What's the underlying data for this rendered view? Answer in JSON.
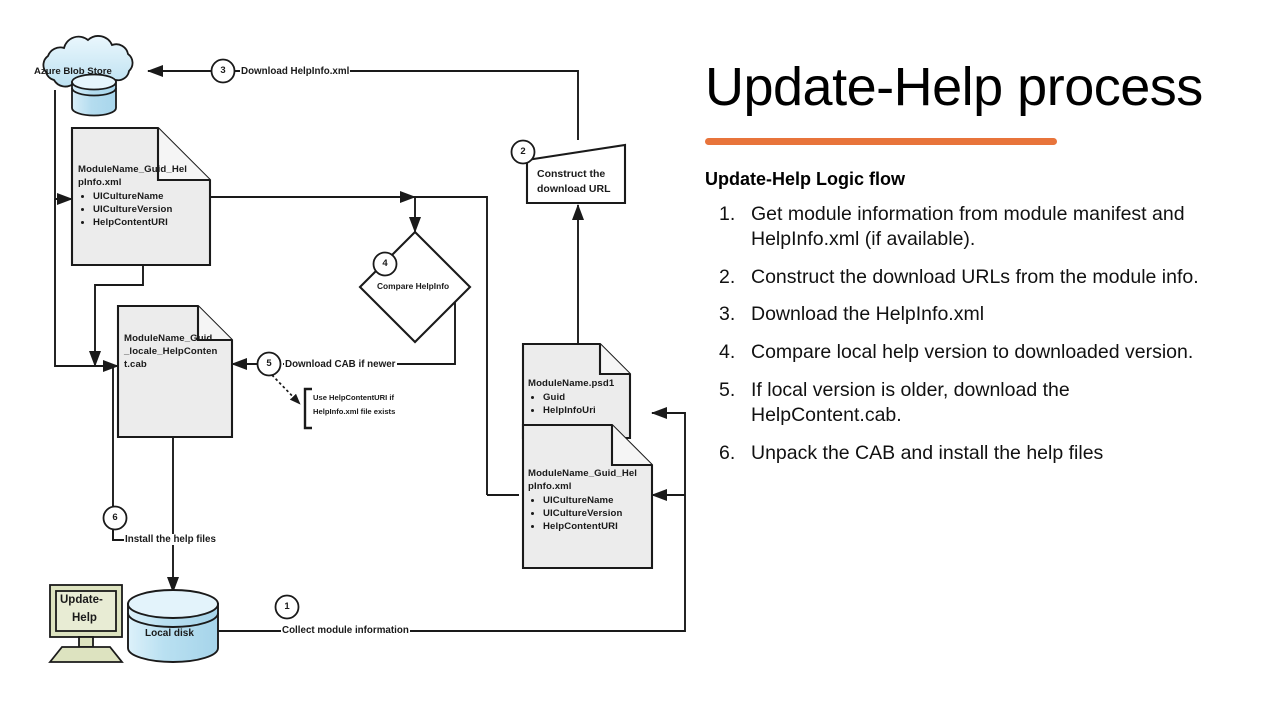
{
  "panel": {
    "title": "Update-Help process",
    "rule_color": "#e8743b",
    "subtitle": "Update-Help Logic flow",
    "steps": [
      {
        "num": "1.",
        "text": "Get module information from module manifest and HelpInfo.xml (if available)."
      },
      {
        "num": "2.",
        "text": "Construct the download URLs from the module info."
      },
      {
        "num": "3.",
        "text": "Download the HelpInfo.xml"
      },
      {
        "num": "4.",
        "text": "Compare local help version to downloaded version."
      },
      {
        "num": "5.",
        "text": "If local version is older, download the HelpContent.cab."
      },
      {
        "num": "6.",
        "text": "Unpack the CAB and install the help files"
      }
    ]
  },
  "diagram": {
    "cloud": {
      "label": "Azure Blob Store",
      "fill": "#cfeaf6"
    },
    "local_disk": {
      "label": "Local disk",
      "fill": "#bfe3f2"
    },
    "computer": {
      "label_line1": "Update-",
      "label_line2": "Help",
      "fill": "#dde3c0"
    },
    "doc_helpinfo_left": {
      "title_line1": "ModuleName_Guid_Hel",
      "title_line2": "pInfo.xml",
      "bullets": [
        "UICultureName",
        "UICultureVersion",
        "HelpContentURI"
      ]
    },
    "doc_cab": {
      "title_line1": "ModuleName_Guid",
      "title_line2": "_locale_HelpConten",
      "title_line3": "t.cab"
    },
    "doc_psd1": {
      "title": "ModuleName.psd1",
      "bullets": [
        "Guid",
        "HelpInfoUri"
      ]
    },
    "doc_helpinfo_right": {
      "title_line1": "ModuleName_Guid_Hel",
      "title_line2": "pInfo.xml",
      "bullets": [
        "UICultureName",
        "UICultureVersion",
        "HelpContentURI"
      ]
    },
    "process_construct": {
      "line1": "Construct the",
      "line2": "download URL"
    },
    "decision_compare": {
      "label": "Compare HelpInfo"
    },
    "note": {
      "line1": "Use HelpContentURI if",
      "line2": "HelpInfo.xml file exists"
    },
    "edges": {
      "e1": {
        "badge": "1",
        "label": "Collect module information"
      },
      "e3": {
        "badge": "3",
        "label": "Download HelpInfo.xml"
      },
      "e5": {
        "badge": "5",
        "label": "Download CAB if newer"
      },
      "e6": {
        "badge": "6",
        "label": "Install the help files"
      },
      "b2": {
        "badge": "2"
      },
      "b4": {
        "badge": "4"
      }
    },
    "shape_fill": "#ececec",
    "stroke": "#1a1a1a"
  }
}
